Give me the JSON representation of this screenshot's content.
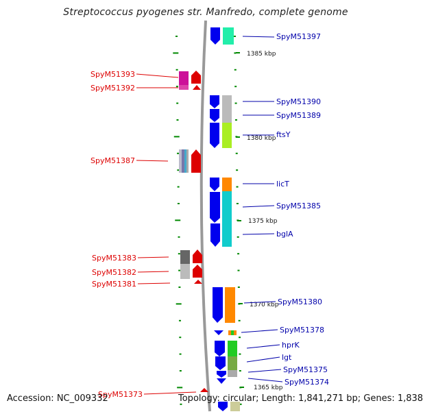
{
  "title": "Streptococcus pyogenes str. Manfredo, complete genome",
  "footer": {
    "accession": "Accession: NC_009332",
    "summary": "Topology: circular; Length: 1,841,271 bp; Genes: 1,838"
  },
  "scale_labels": [
    "1385 kbp",
    "1380 kbp",
    "1375 kbp",
    "1370 kbp",
    "1365 kbp"
  ],
  "left_labels": [
    "SpyM51393",
    "SpyM51392",
    "SpyM51387",
    "SpyM51383",
    "SpyM51382",
    "SpyM51381",
    "SpyM51373"
  ],
  "right_labels": [
    "SpyM51397",
    "SpyM51390",
    "SpyM51389",
    "ftsY",
    "licT",
    "SpyM51385",
    "bglA",
    "SpyM51380",
    "SpyM51378",
    "hprK",
    "lgt",
    "SpyM51375",
    "SpyM51374"
  ],
  "colors": {
    "left_label": "#dd0000",
    "right_label": "#0000aa",
    "backbone": "#999999",
    "tick": "#008800",
    "forward_strand": "#dd0000",
    "reverse_strand": "#0000ee"
  }
}
